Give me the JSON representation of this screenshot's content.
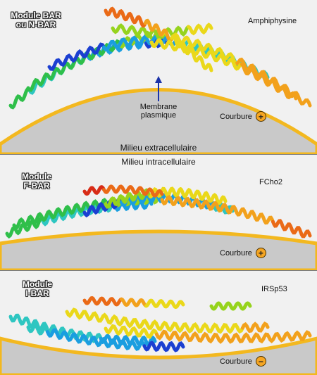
{
  "panels": [
    {
      "module": "Module BAR\nou N-BAR",
      "protein": "Amphiphysine",
      "courbure_label": "Courbure",
      "courbure_sign": "+"
    },
    {
      "module": "Module\nF-BAR",
      "protein": "FCho2",
      "courbure_label": "Courbure",
      "courbure_sign": "+"
    },
    {
      "module": "Module\nI-BAR",
      "protein": "IRSp53",
      "courbure_label": "Courbure",
      "courbure_sign": "−"
    }
  ],
  "membrane_label": "Membrane\nplasmique",
  "environment": {
    "extracellular": "Milieu extracellulaire",
    "intracellular": "Milieu intracellulaire"
  },
  "colors": {
    "membrane_edge": "#f3b81f",
    "membrane_fill": "#c9c9c9",
    "background": "#f1f1f1",
    "sign_badge": "#f6a623",
    "helix_gradient": [
      "#1b3fd1",
      "#1a9ee0",
      "#2ec6c1",
      "#2fbf4a",
      "#96d31d",
      "#ead81a",
      "#f2a11c",
      "#ea6a17",
      "#d82c17"
    ]
  }
}
